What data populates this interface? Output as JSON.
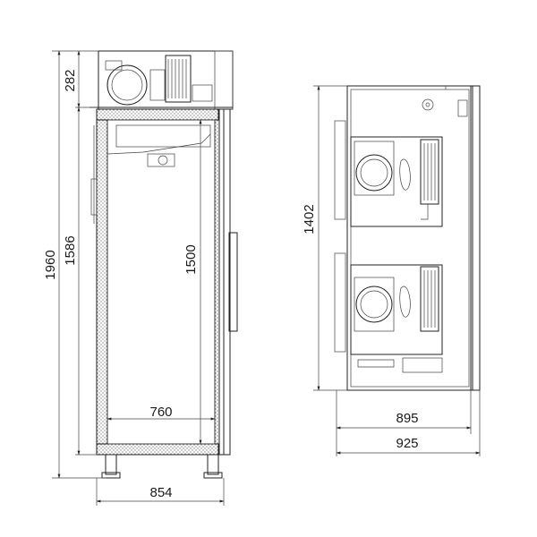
{
  "front_view": {
    "dimensions": {
      "total_height": "1960",
      "top_unit_height": "282",
      "body_height": "1586",
      "inner_height": "1500",
      "inner_width": "760",
      "total_width": "854"
    }
  },
  "side_view": {
    "dimensions": {
      "height": "1402",
      "depth_body": "895",
      "depth_total": "925"
    }
  }
}
